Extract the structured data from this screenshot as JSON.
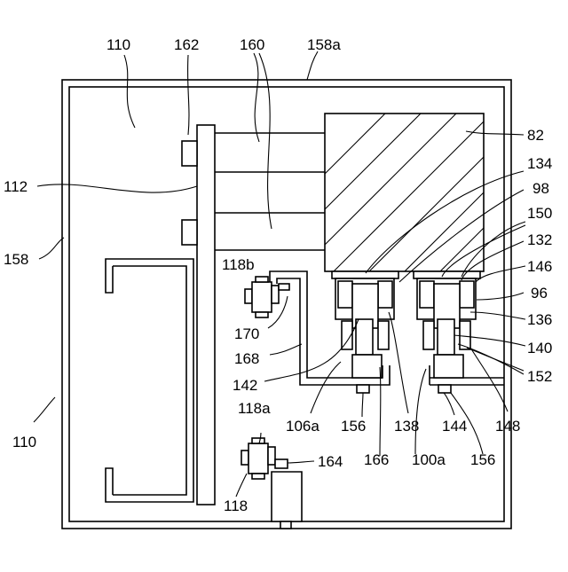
{
  "labels": {
    "l110a": "110",
    "l162": "162",
    "l160": "160",
    "l158a": "158a",
    "l82": "82",
    "l134": "134",
    "l98": "98",
    "l112": "112",
    "l150": "150",
    "l132": "132",
    "l158": "158",
    "l118b": "118b",
    "l146": "146",
    "l96": "96",
    "l170": "170",
    "l136": "136",
    "l168": "168",
    "l140": "140",
    "l142": "142",
    "l152": "152",
    "l106a": "106a",
    "l156a": "156",
    "l138": "138",
    "l144": "144",
    "l148": "148",
    "l110b": "110",
    "l118a": "118a",
    "l164": "164",
    "l166": "166",
    "l100a": "100a",
    "l156b": "156",
    "l118": "118"
  }
}
